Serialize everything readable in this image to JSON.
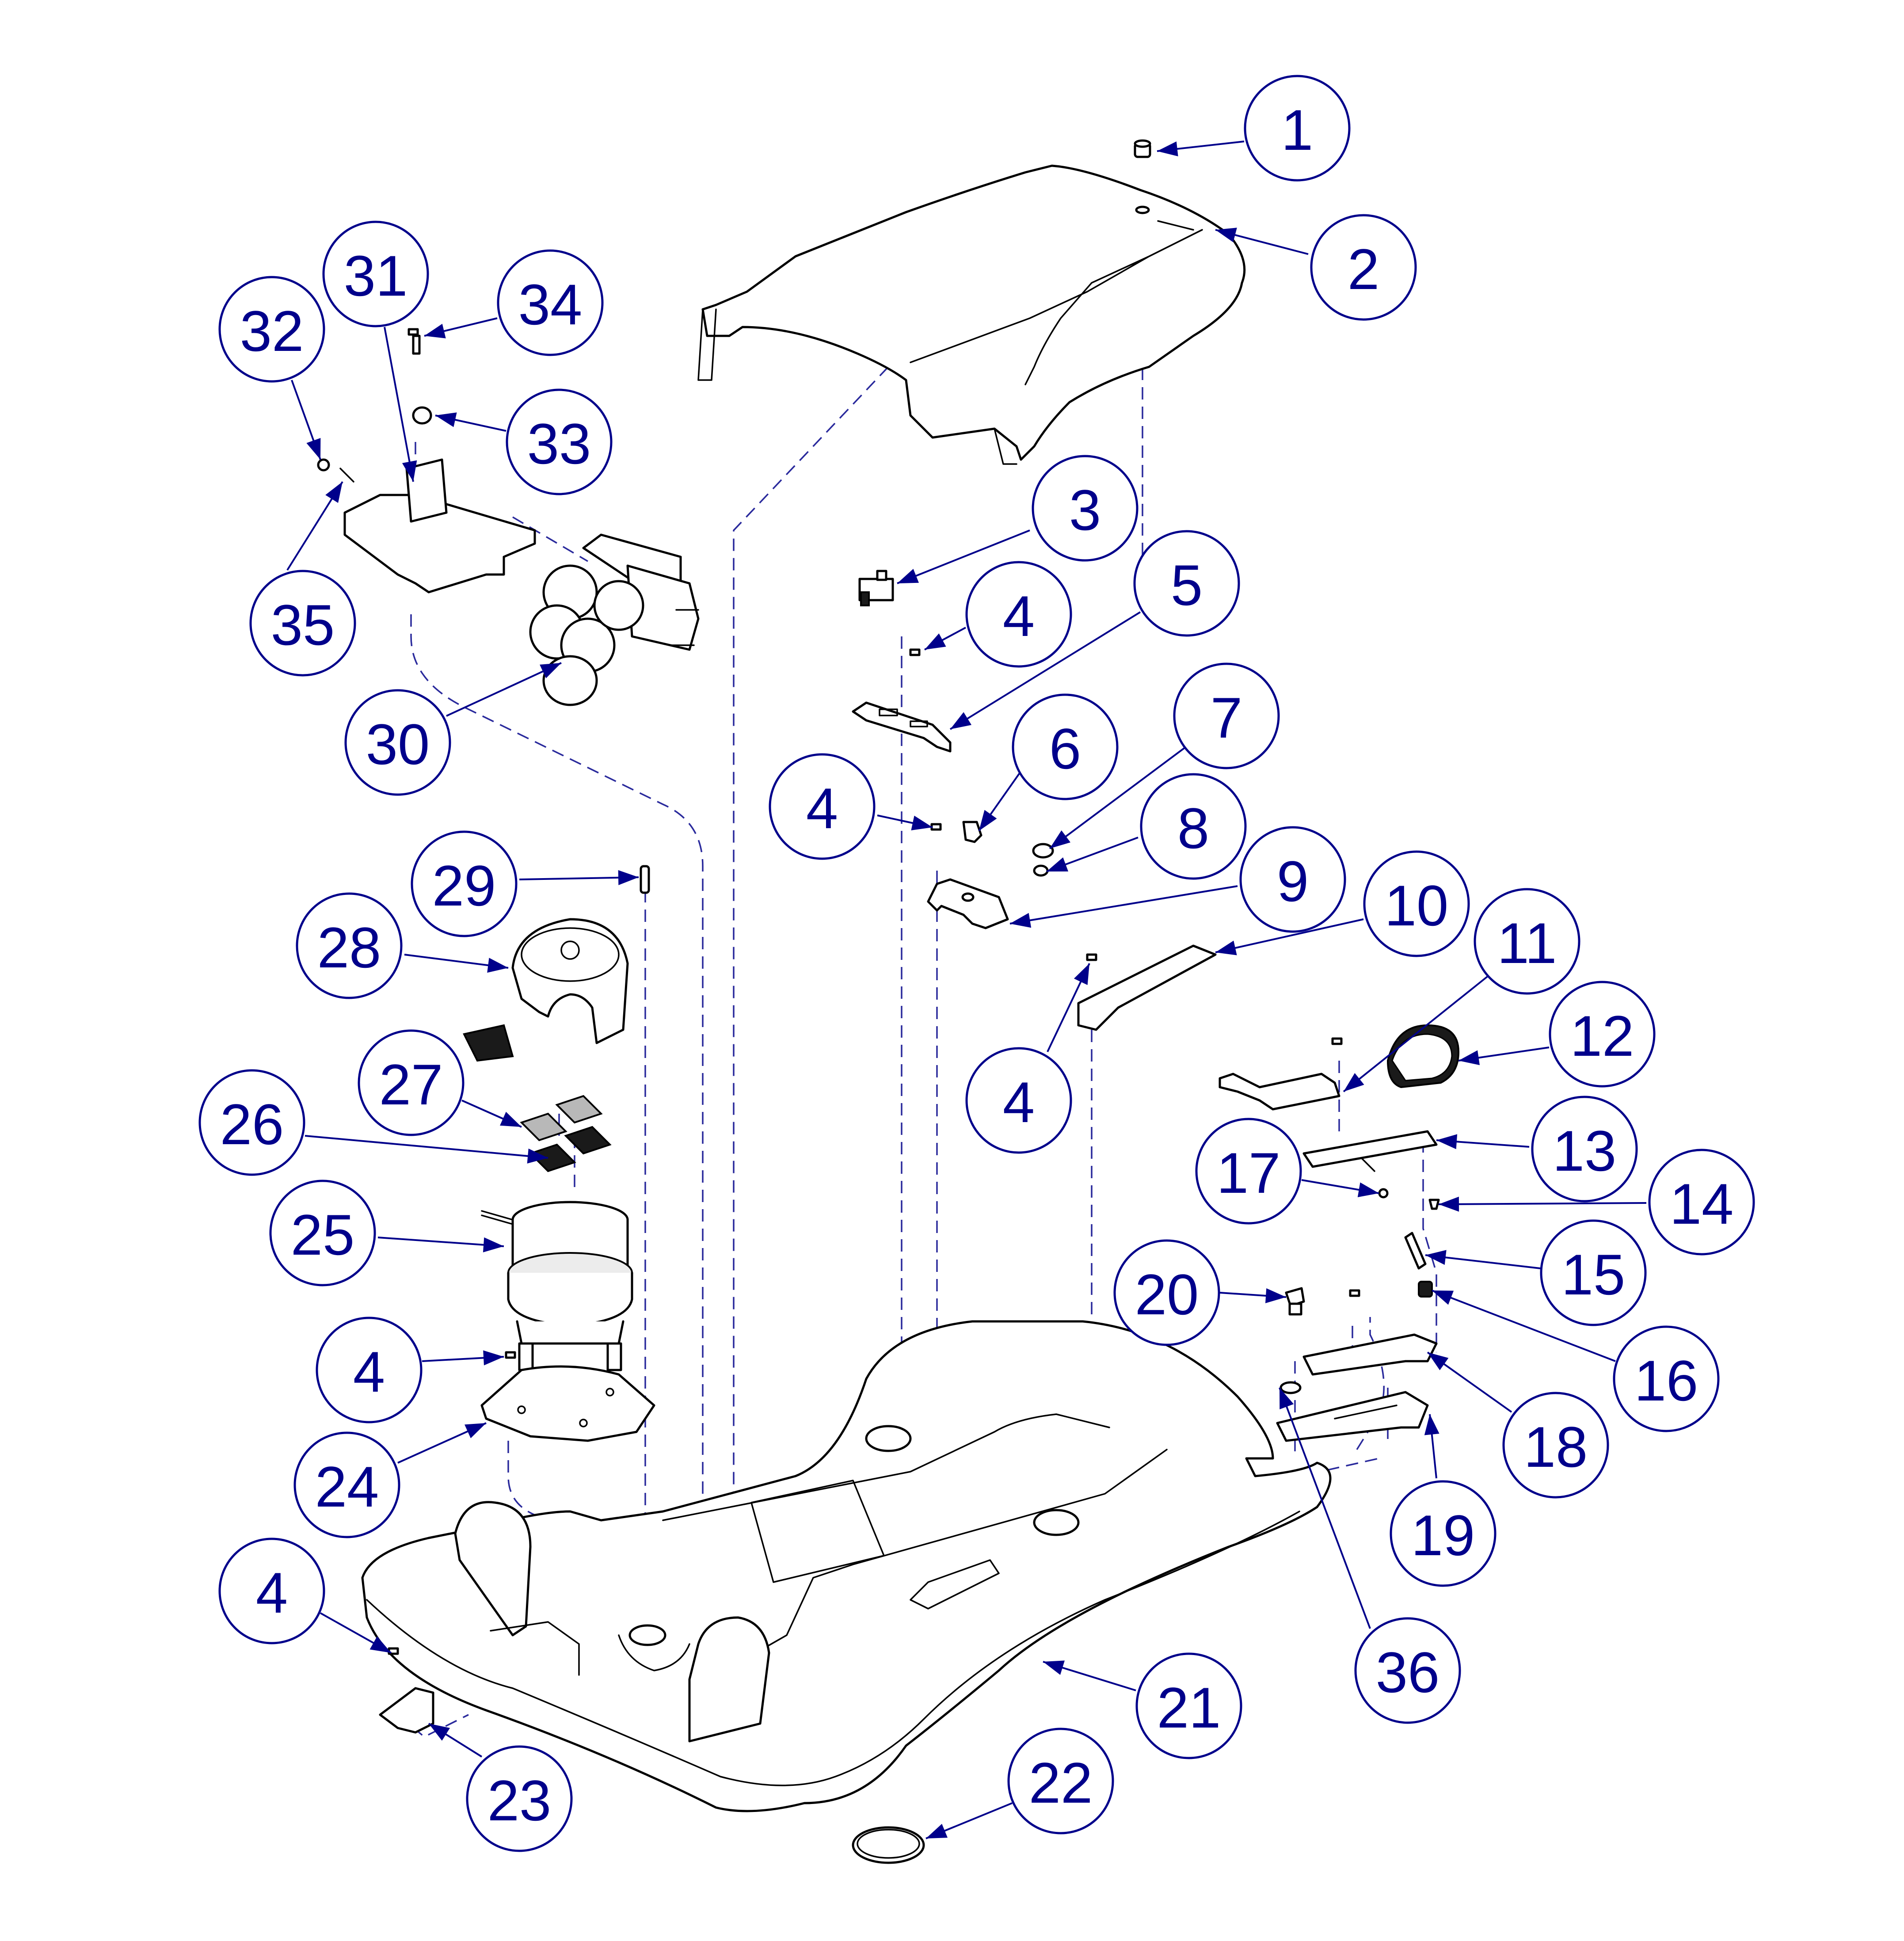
{
  "colors": {
    "callout": "#00008b",
    "line_art": "#000000",
    "assembly_axis": "#2a2a9c",
    "background": "#ffffff"
  },
  "callouts": [
    {
      "id": "c1",
      "label": "1"
    },
    {
      "id": "c2",
      "label": "2"
    },
    {
      "id": "c3",
      "label": "3"
    },
    {
      "id": "c4a",
      "label": "4"
    },
    {
      "id": "c4b",
      "label": "4"
    },
    {
      "id": "c4c",
      "label": "4"
    },
    {
      "id": "c4d",
      "label": "4"
    },
    {
      "id": "c4e",
      "label": "4"
    },
    {
      "id": "c5",
      "label": "5"
    },
    {
      "id": "c6",
      "label": "6"
    },
    {
      "id": "c7",
      "label": "7"
    },
    {
      "id": "c8",
      "label": "8"
    },
    {
      "id": "c9",
      "label": "9"
    },
    {
      "id": "c10",
      "label": "10"
    },
    {
      "id": "c11",
      "label": "11"
    },
    {
      "id": "c12",
      "label": "12"
    },
    {
      "id": "c13",
      "label": "13"
    },
    {
      "id": "c14",
      "label": "14"
    },
    {
      "id": "c15",
      "label": "15"
    },
    {
      "id": "c16",
      "label": "16"
    },
    {
      "id": "c17",
      "label": "17"
    },
    {
      "id": "c18",
      "label": "18"
    },
    {
      "id": "c19",
      "label": "19"
    },
    {
      "id": "c20",
      "label": "20"
    },
    {
      "id": "c21",
      "label": "21"
    },
    {
      "id": "c22",
      "label": "22"
    },
    {
      "id": "c23",
      "label": "23"
    },
    {
      "id": "c24",
      "label": "24"
    },
    {
      "id": "c25",
      "label": "25"
    },
    {
      "id": "c26",
      "label": "26"
    },
    {
      "id": "c27",
      "label": "27"
    },
    {
      "id": "c28",
      "label": "28"
    },
    {
      "id": "c29",
      "label": "29"
    },
    {
      "id": "c30",
      "label": "30"
    },
    {
      "id": "c31",
      "label": "31"
    },
    {
      "id": "c32",
      "label": "32"
    },
    {
      "id": "c33",
      "label": "33"
    },
    {
      "id": "c34",
      "label": "34"
    },
    {
      "id": "c35",
      "label": "35"
    },
    {
      "id": "c36",
      "label": "36"
    }
  ]
}
